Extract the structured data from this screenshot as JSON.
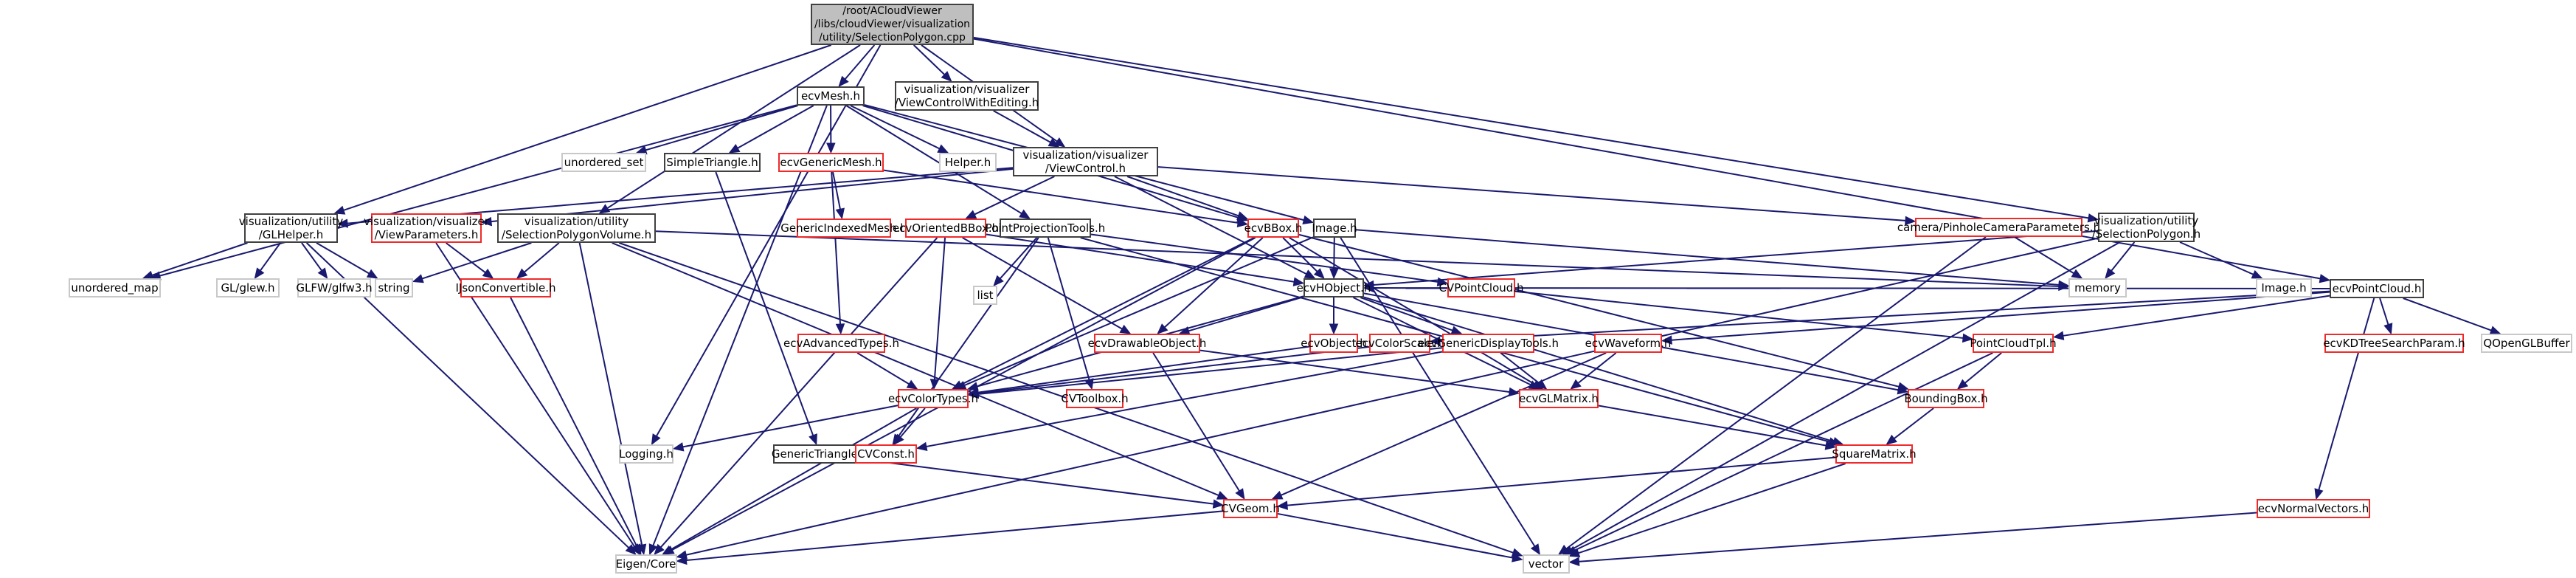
{
  "title": "/root/ACloudViewer/libs/cloudViewer/visualization/utility/SelectionPolygon.cpp",
  "colors": {
    "edge": "#191970",
    "documented_border": "#404040",
    "undocumented_border": "#ef2a2a",
    "external_border": "#c8c8c8",
    "root_fill": "#bfbfbf"
  },
  "nodes": {
    "root": {
      "label": "/root/ACloudViewer\n/libs/cloudViewer/visualization\n/utility/SelectionPolygon.cpp",
      "kind": "root"
    },
    "ecvMesh": {
      "label": "ecvMesh.h",
      "kind": "internal"
    },
    "ViewControlWithEditing": {
      "label": "visualization/visualizer\n/ViewControlWithEditing.h",
      "kind": "internal"
    },
    "ViewControl": {
      "label": "visualization/visualizer\n/ViewControl.h",
      "kind": "internal"
    },
    "unordered_set": {
      "label": "unordered_set",
      "kind": "external"
    },
    "SimpleTriangle": {
      "label": "SimpleTriangle.h",
      "kind": "internal"
    },
    "ecvGenericMesh": {
      "label": "ecvGenericMesh.h",
      "kind": "red"
    },
    "Helper": {
      "label": "Helper.h",
      "kind": "external"
    },
    "GLHelper": {
      "label": "visualization/utility\n/GLHelper.h",
      "kind": "internal"
    },
    "ViewParameters": {
      "label": "visualization/visualizer\n/ViewParameters.h",
      "kind": "red"
    },
    "SelectionPolygonVolume": {
      "label": "visualization/utility\n/SelectionPolygonVolume.h",
      "kind": "internal"
    },
    "GenericIndexedMesh": {
      "label": "GenericIndexedMesh.h",
      "kind": "red"
    },
    "ecvOrientedBBox": {
      "label": "ecvOrientedBBox.h",
      "kind": "red"
    },
    "PointProjectionTools": {
      "label": "PointProjectionTools.h",
      "kind": "internal"
    },
    "ecvBBox": {
      "label": "ecvBBox.h",
      "kind": "red"
    },
    "Image_int": {
      "label": "Image.h",
      "kind": "internal"
    },
    "PinholeCameraParameters": {
      "label": "camera/PinholeCameraParameters.h",
      "kind": "red"
    },
    "SelectionPolygon": {
      "label": "visualization/utility\n/SelectionPolygon.h",
      "kind": "internal"
    },
    "unordered_map": {
      "label": "unordered_map",
      "kind": "external"
    },
    "glew": {
      "label": "GL/glew.h",
      "kind": "external"
    },
    "glfw3": {
      "label": "GLFW/glfw3.h",
      "kind": "external"
    },
    "string": {
      "label": "string",
      "kind": "external"
    },
    "IJsonConvertible": {
      "label": "IJsonConvertible.h",
      "kind": "red"
    },
    "list": {
      "label": "list",
      "kind": "external"
    },
    "ecvHObject": {
      "label": "ecvHObject.h",
      "kind": "internal"
    },
    "CVPointCloud": {
      "label": "CVPointCloud.h",
      "kind": "red"
    },
    "memory": {
      "label": "memory",
      "kind": "external"
    },
    "Image_ext": {
      "label": "Image.h",
      "kind": "external"
    },
    "ecvPointCloud": {
      "label": "ecvPointCloud.h",
      "kind": "internal"
    },
    "ecvAdvancedTypes": {
      "label": "ecvAdvancedTypes.h",
      "kind": "red"
    },
    "ecvDrawableObject": {
      "label": "ecvDrawableObject.h",
      "kind": "red"
    },
    "ecvObject": {
      "label": "ecvObject.h",
      "kind": "red"
    },
    "ecvColorScale": {
      "label": "ecvColorScale.h",
      "kind": "red"
    },
    "ecvGenericDisplayTools": {
      "label": "ecvGenericDisplayTools.h",
      "kind": "red"
    },
    "ecvWaveform": {
      "label": "ecvWaveform.h",
      "kind": "red"
    },
    "PointCloudTpl": {
      "label": "PointCloudTpl.h",
      "kind": "red"
    },
    "ecvKDTreeSearchParam": {
      "label": "ecvKDTreeSearchParam.h",
      "kind": "red"
    },
    "QOpenGLBuffer": {
      "label": "QOpenGLBuffer",
      "kind": "external"
    },
    "ecvColorTypes": {
      "label": "ecvColorTypes.h",
      "kind": "red"
    },
    "CVToolbox": {
      "label": "CVToolbox.h",
      "kind": "red"
    },
    "ecvGLMatrix": {
      "label": "ecvGLMatrix.h",
      "kind": "red"
    },
    "BoundingBox": {
      "label": "BoundingBox.h",
      "kind": "red"
    },
    "Logging": {
      "label": "Logging.h",
      "kind": "external"
    },
    "GenericTriangle": {
      "label": "GenericTriangle.h",
      "kind": "internal"
    },
    "CVConst": {
      "label": "CVConst.h",
      "kind": "red"
    },
    "SquareMatrix": {
      "label": "SquareMatrix.h",
      "kind": "red"
    },
    "CVGeom": {
      "label": "CVGeom.h",
      "kind": "red"
    },
    "ecvNormalVectors": {
      "label": "ecvNormalVectors.h",
      "kind": "red"
    },
    "EigenCore": {
      "label": "Eigen/Core",
      "kind": "external"
    },
    "vector": {
      "label": "vector",
      "kind": "external"
    }
  },
  "edges": [
    [
      "root",
      "ecvMesh"
    ],
    [
      "root",
      "ViewControlWithEditing"
    ],
    [
      "root",
      "ViewControl"
    ],
    [
      "root",
      "GLHelper"
    ],
    [
      "root",
      "SelectionPolygonVolume"
    ],
    [
      "root",
      "SelectionPolygon"
    ],
    [
      "root",
      "ecvPointCloud"
    ],
    [
      "root",
      "Logging"
    ],
    [
      "ecvMesh",
      "unordered_set"
    ],
    [
      "ecvMesh",
      "SimpleTriangle"
    ],
    [
      "ecvMesh",
      "ecvGenericMesh"
    ],
    [
      "ecvMesh",
      "Helper"
    ],
    [
      "ecvMesh",
      "unordered_map"
    ],
    [
      "ecvMesh",
      "EigenCore"
    ],
    [
      "ecvMesh",
      "PointProjectionTools"
    ],
    [
      "ecvMesh",
      "Image_int"
    ],
    [
      "ecvMesh",
      "ecvBBox"
    ],
    [
      "ViewControlWithEditing",
      "ViewControl"
    ],
    [
      "ViewControl",
      "GLHelper"
    ],
    [
      "ViewControl",
      "ViewParameters"
    ],
    [
      "ViewControl",
      "ecvOrientedBBox"
    ],
    [
      "ViewControl",
      "ecvBBox"
    ],
    [
      "ViewControl",
      "PinholeCameraParameters"
    ],
    [
      "ViewControl",
      "ecvHObject"
    ],
    [
      "ecvGenericMesh",
      "GenericIndexedMesh"
    ],
    [
      "ecvGenericMesh",
      "ecvAdvancedTypes"
    ],
    [
      "ecvGenericMesh",
      "ecvBBox"
    ],
    [
      "SimpleTriangle",
      "GenericTriangle"
    ],
    [
      "GLHelper",
      "unordered_map"
    ],
    [
      "GLHelper",
      "glew"
    ],
    [
      "GLHelper",
      "glfw3"
    ],
    [
      "GLHelper",
      "string"
    ],
    [
      "GLHelper",
      "EigenCore"
    ],
    [
      "ViewParameters",
      "IJsonConvertible"
    ],
    [
      "ViewParameters",
      "EigenCore"
    ],
    [
      "SelectionPolygonVolume",
      "string"
    ],
    [
      "SelectionPolygonVolume",
      "IJsonConvertible"
    ],
    [
      "SelectionPolygonVolume",
      "EigenCore"
    ],
    [
      "SelectionPolygonVolume",
      "CVGeom"
    ],
    [
      "SelectionPolygonVolume",
      "vector"
    ],
    [
      "SelectionPolygonVolume",
      "memory"
    ],
    [
      "IJsonConvertible",
      "EigenCore"
    ],
    [
      "ecvOrientedBBox",
      "EigenCore"
    ],
    [
      "ecvOrientedBBox",
      "ecvColorTypes"
    ],
    [
      "ecvOrientedBBox",
      "ecvDrawableObject"
    ],
    [
      "ecvOrientedBBox",
      "ecvHObject"
    ],
    [
      "PointProjectionTools",
      "list"
    ],
    [
      "PointProjectionTools",
      "CVConst"
    ],
    [
      "PointProjectionTools",
      "CVToolbox"
    ],
    [
      "PointProjectionTools",
      "SquareMatrix"
    ],
    [
      "PointProjectionTools",
      "CVPointCloud"
    ],
    [
      "ecvBBox",
      "ecvHObject"
    ],
    [
      "ecvBBox",
      "ecvDrawableObject"
    ],
    [
      "ecvBBox",
      "ecvColorTypes"
    ],
    [
      "ecvBBox",
      "BoundingBox"
    ],
    [
      "ecvBBox",
      "ecvGLMatrix"
    ],
    [
      "ecvBBox",
      "EigenCore"
    ],
    [
      "Image_int",
      "ecvHObject"
    ],
    [
      "Image_int",
      "memory"
    ],
    [
      "Image_int",
      "vector"
    ],
    [
      "Image_int",
      "ecvColorTypes"
    ],
    [
      "PinholeCameraParameters",
      "memory"
    ],
    [
      "PinholeCameraParameters",
      "vector"
    ],
    [
      "SelectionPolygon",
      "memory"
    ],
    [
      "SelectionPolygon",
      "Image_ext"
    ],
    [
      "SelectionPolygon",
      "ecvHObject"
    ],
    [
      "SelectionPolygon",
      "vector"
    ],
    [
      "SelectionPolygon",
      "EigenCore"
    ],
    [
      "ecvHObject",
      "ecvDrawableObject"
    ],
    [
      "ecvHObject",
      "ecvObject"
    ],
    [
      "ecvHObject",
      "ecvGenericDisplayTools"
    ],
    [
      "ecvHObject",
      "ecvColorTypes"
    ],
    [
      "ecvHObject",
      "ecvGLMatrix"
    ],
    [
      "ecvHObject",
      "BoundingBox"
    ],
    [
      "ecvHObject",
      "SquareMatrix"
    ],
    [
      "CVPointCloud",
      "PointCloudTpl"
    ],
    [
      "ecvPointCloud",
      "ecvKDTreeSearchParam"
    ],
    [
      "ecvPointCloud",
      "QOpenGLBuffer"
    ],
    [
      "ecvPointCloud",
      "ecvWaveform"
    ],
    [
      "ecvPointCloud",
      "PointCloudTpl"
    ],
    [
      "ecvPointCloud",
      "ecvColorScale"
    ],
    [
      "ecvPointCloud",
      "ecvNormalVectors"
    ],
    [
      "ecvPointCloud",
      "ecvHObject"
    ],
    [
      "ecvAdvancedTypes",
      "ecvColorTypes"
    ],
    [
      "ecvDrawableObject",
      "ecvGLMatrix"
    ],
    [
      "ecvDrawableObject",
      "CVGeom"
    ],
    [
      "ecvObject",
      "ecvColorTypes"
    ],
    [
      "ecvColorScale",
      "ecvColorTypes"
    ],
    [
      "ecvGenericDisplayTools",
      "ecvGLMatrix"
    ],
    [
      "ecvGenericDisplayTools",
      "CVConst"
    ],
    [
      "ecvGenericDisplayTools",
      "ecvColorTypes"
    ],
    [
      "ecvWaveform",
      "ecvGLMatrix"
    ],
    [
      "ecvWaveform",
      "CVGeom"
    ],
    [
      "PointCloudTpl",
      "BoundingBox"
    ],
    [
      "PointCloudTpl",
      "vector"
    ],
    [
      "ecvColorTypes",
      "Logging"
    ],
    [
      "ecvColorTypes",
      "CVConst"
    ],
    [
      "ecvColorTypes",
      "EigenCore"
    ],
    [
      "ecvGLMatrix",
      "SquareMatrix"
    ],
    [
      "BoundingBox",
      "SquareMatrix"
    ],
    [
      "GenericTriangle",
      "CVGeom"
    ],
    [
      "SquareMatrix",
      "CVGeom"
    ],
    [
      "SquareMatrix",
      "vector"
    ],
    [
      "CVGeom",
      "EigenCore"
    ],
    [
      "CVGeom",
      "vector"
    ],
    [
      "ecvNormalVectors",
      "vector"
    ]
  ]
}
